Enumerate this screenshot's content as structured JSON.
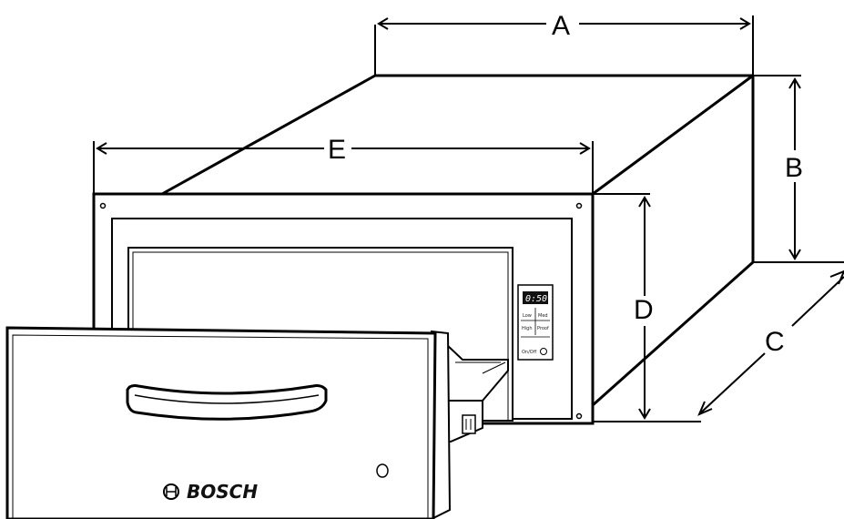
{
  "dimensions": {
    "A": "A",
    "B": "B",
    "C": "C",
    "D": "D",
    "E": "E"
  },
  "control_panel": {
    "display": "0:50",
    "buttons": [
      "Low",
      "Med",
      "High",
      "Proof"
    ],
    "power": "On/Off"
  },
  "brand": "BOSCH",
  "icons": [
    "bosch-logo-icon",
    "power-icon"
  ]
}
